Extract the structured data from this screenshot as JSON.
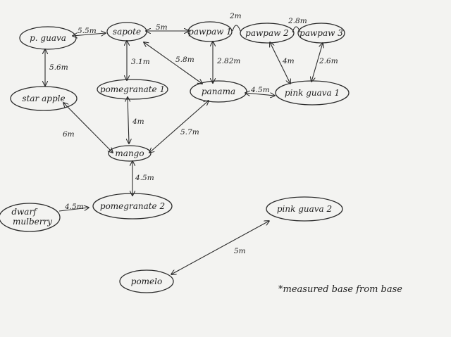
{
  "nodes": {
    "p_guava": "p. guava",
    "sapote": "sapote",
    "pawpaw1": "pawpaw 1",
    "pawpaw2": "pawpaw 2",
    "pawpaw3": "pawpaw 3",
    "star_apple": "star apple",
    "pomegranate1": "pomegranate 1",
    "panama": "panama",
    "pink_guava1": "pink guava 1",
    "mango": "mango",
    "pomegranate2": "pomegranate 2",
    "dwarf_mulberry_line1": "dwarf",
    "dwarf_mulberry_line2": "mulberry",
    "pink_guava2": "pink guava 2",
    "pomelo": "pomelo"
  },
  "edges": {
    "pguava_sapote": "5.5m",
    "sapote_pawpaw1": "5m",
    "pawpaw1_pawpaw2": "2m",
    "pawpaw2_pawpaw3": "2.8m",
    "pguava_starapple": "5.6m",
    "sapote_pomegranate1": "3.1m",
    "sapote_panama": "5.8m",
    "pawpaw1_panama": "2.82m",
    "pawpaw2_pinkguava1": "4m",
    "pawpaw3_pinkguava1": "2.6m",
    "panama_pinkguava1": "4.5m",
    "starapple_mango": "6m",
    "pomegranate1_mango": "4m",
    "panama_mango": "5.7m",
    "mango_pomegranate2": "4.5m",
    "mulberry_pomegranate2": "4.5m",
    "pinkguava2_pomelo": "5m"
  },
  "note": "*measured base from base"
}
